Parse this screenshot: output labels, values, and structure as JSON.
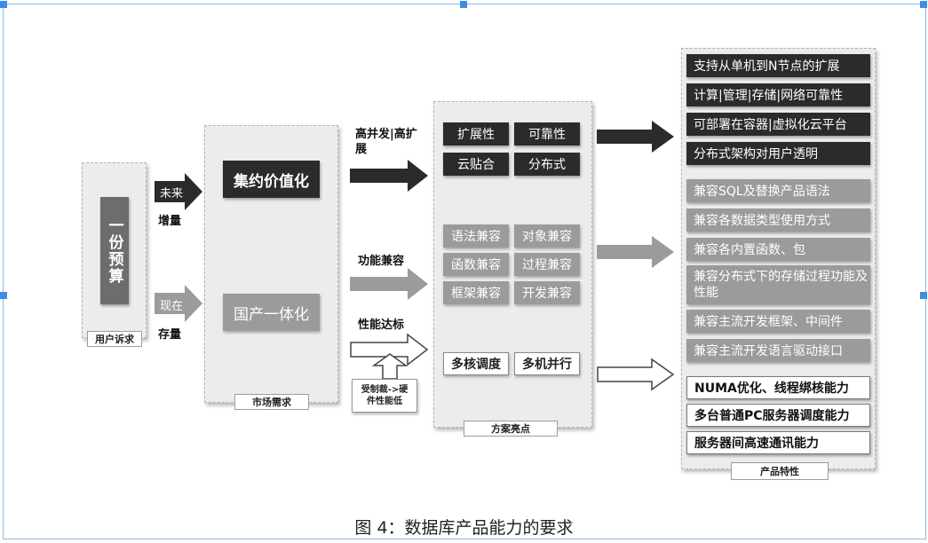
{
  "user_demand": {
    "budget": "一份预算",
    "tag": "用户诉求"
  },
  "demand_labels": {
    "future": "未来",
    "increment": "增量",
    "now": "现在",
    "stock": "存量"
  },
  "market": {
    "intensive": "集约价值化",
    "domestic": "国产一体化",
    "tag": "市场需求"
  },
  "transition_labels": {
    "high_concurrency": "高并发|高扩展",
    "func_compat": "功能兼容",
    "performance": "性能达标",
    "constraint": "受制裁->硬件性能低"
  },
  "solution": {
    "top": [
      "扩展性",
      "可靠性",
      "云贴合",
      "分布式"
    ],
    "mid": [
      "语法兼容",
      "对象兼容",
      "函数兼容",
      "过程兼容",
      "框架兼容",
      "开发兼容"
    ],
    "bottom": [
      "多核调度",
      "多机并行"
    ],
    "tag": "方案亮点"
  },
  "features": {
    "dark": [
      "支持从单机到N节点的扩展",
      "计算|管理|存储|网络可靠性",
      "可部署在容器|虚拟化云平台",
      "分布式架构对用户透明"
    ],
    "gray": [
      "兼容SQL及替换产品语法",
      "兼容各数据类型使用方式",
      "兼容各内置函数、包",
      "兼容分布式下的存储过程功能及性能",
      "兼容主流开发框架、中间件",
      "兼容主流开发语言驱动接口"
    ],
    "white": [
      "NUMA优化、线程绑核能力",
      "多台普通PC服务器调度能力",
      "服务器间高速通讯能力"
    ],
    "tag": "产品特性"
  },
  "caption": "图 4：数据库产品能力的要求",
  "colors": {
    "dark": "#2b2b2b",
    "gray": "#9b9b9b",
    "panel": "#ececec",
    "handle": "#3a8ee6"
  }
}
